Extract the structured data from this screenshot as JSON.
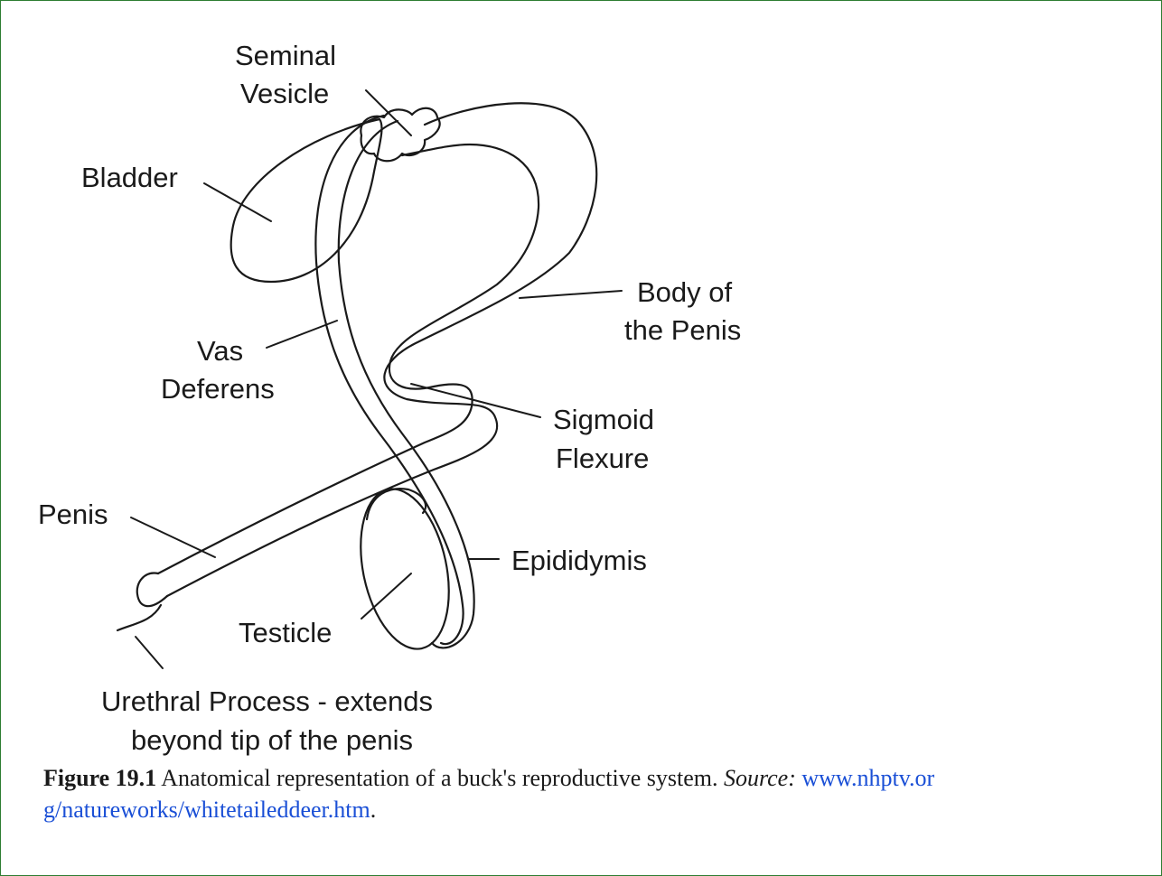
{
  "labels": {
    "seminal_vesicle": [
      "Seminal",
      "Vesicle"
    ],
    "bladder": "Bladder",
    "body_of_penis": [
      "Body of",
      "the Penis"
    ],
    "vas_deferens": [
      "Vas",
      "Deferens"
    ],
    "sigmoid_flexure": [
      "Sigmoid",
      "Flexure"
    ],
    "penis": "Penis",
    "epididymis": "Epididymis",
    "testicle": "Testicle",
    "urethral_process": [
      "Urethral Process - extends",
      "beyond tip of the penis"
    ]
  },
  "caption": {
    "figure_number": "Figure 19.1",
    "text": " Anatomical representation of a buck's reproductive system. ",
    "source_label": "Source:",
    "link_line1": "www.nhptv.or",
    "link_line2": "g/natureworks/whitetaileddeer.htm",
    "end": "."
  },
  "colors": {
    "border": "#2e7d32",
    "link": "#1a4fd6",
    "ink": "#1a1a1a"
  }
}
